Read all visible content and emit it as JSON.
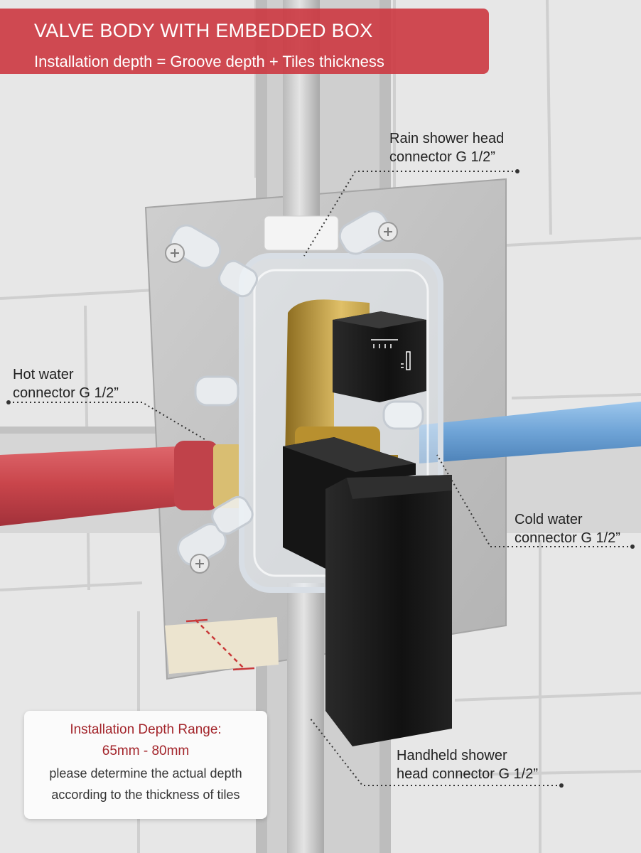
{
  "title": {
    "main": "VALVE BODY WITH EMBEDDED BOX",
    "subtitle": "Installation depth = Groove depth + Tiles thickness"
  },
  "labels": {
    "rain": [
      "Rain shower head",
      "connector G 1/2”"
    ],
    "hot": [
      "Hot water",
      "connector G 1/2”"
    ],
    "cold": [
      "Cold water",
      "connector G 1/2”"
    ],
    "handheld": [
      "Handheld shower",
      "head connector G 1/2”"
    ]
  },
  "info_box": {
    "heading": "Installation Depth Range:",
    "range": "65mm - 80mm",
    "note_line1": "please determine the actual depth",
    "note_line2": "according to the thickness of tiles"
  },
  "colors": {
    "banner": "#cc3740",
    "hot_pipe": "#c9454b",
    "cold_pipe": "#6ea3d6",
    "handle": "#1b1b1b",
    "brass": "#c9a441",
    "info_accent": "#a3252b"
  }
}
